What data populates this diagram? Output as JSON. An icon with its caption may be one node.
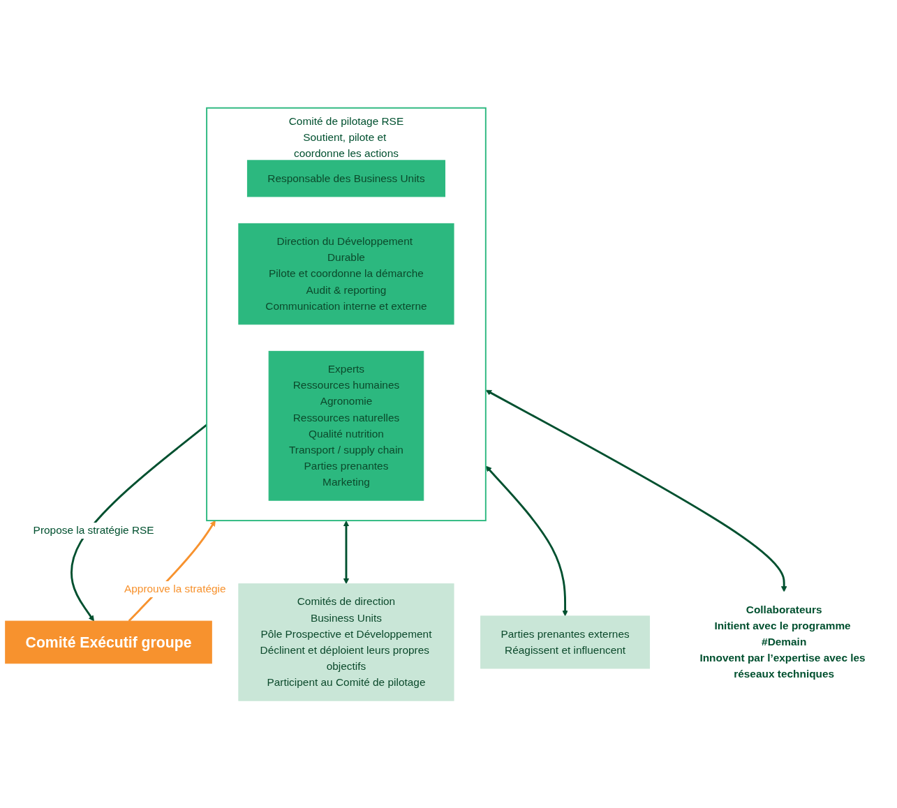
{
  "diagram": {
    "nodes": [
      {
        "text": [
          "Comité Exécutif groupe"
        ]
      },
      {
        "text": [
          "Comité de pilotage RSE",
          "Soutient, pilote et coordonne les actions"
        ]
      },
      {
        "text": [
          "Responsable des Business Units"
        ],
        "in": 1
      },
      {
        "text": [
          "Direction du Développement Durable",
          "Pilote et coordonne la démarche",
          "Audit & reporting",
          "Communication interne et externe"
        ],
        "in": 1
      },
      {
        "text": [
          "Experts",
          "Ressources humaines",
          "Agronomie",
          "Ressources naturelles",
          "Qualité nutrition",
          "Transport / supply chain",
          "Parties prenantes",
          "Marketing"
        ],
        "in": 1
      },
      {
        "text": [
          "Comités de direction",
          "Business Units",
          "Pôle Prospective et Développement",
          "Déclinent et déploient leurs propres objectifs",
          "Participent au Comité de pilotage"
        ]
      },
      {
        "text": [
          "Parties prenantes externes",
          "Réagissent et influencent"
        ]
      },
      {
        "text": [
          "Collaborateurs",
          "Initient avec le programme #Demain",
          "Innovent par l’expertise avec les réseaux techniques"
        ]
      }
    ],
    "edges": [
      {
        "from": 0,
        "to": 1,
        "arrow": "to",
        "label": "Approuve la stratégie",
        "color": "#f7922e"
      },
      {
        "from": 1,
        "to": 0,
        "arrow": "to",
        "label": "Propose la stratégie RSE"
      },
      {
        "from": 1,
        "to": 5,
        "arrow": "both"
      },
      {
        "from": 1,
        "to": 6,
        "arrow": "both"
      },
      {
        "from": 1,
        "to": 7,
        "arrow": "both"
      }
    ]
  }
}
